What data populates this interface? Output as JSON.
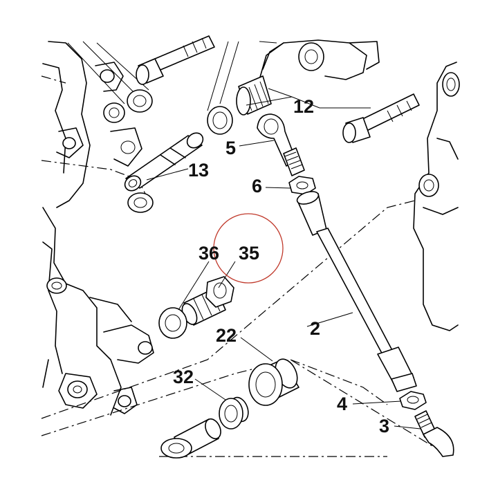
{
  "diagram": {
    "labels": {
      "p2": "2",
      "p3": "3",
      "p4": "4",
      "p5": "5",
      "p6": "6",
      "p12": "12",
      "p13": "13",
      "p22": "22",
      "p32": "32",
      "p35": "35",
      "p36": "36"
    },
    "colors": {
      "line": "#000000",
      "background": "#ffffff",
      "highlight_circle": "#c0392b"
    }
  }
}
